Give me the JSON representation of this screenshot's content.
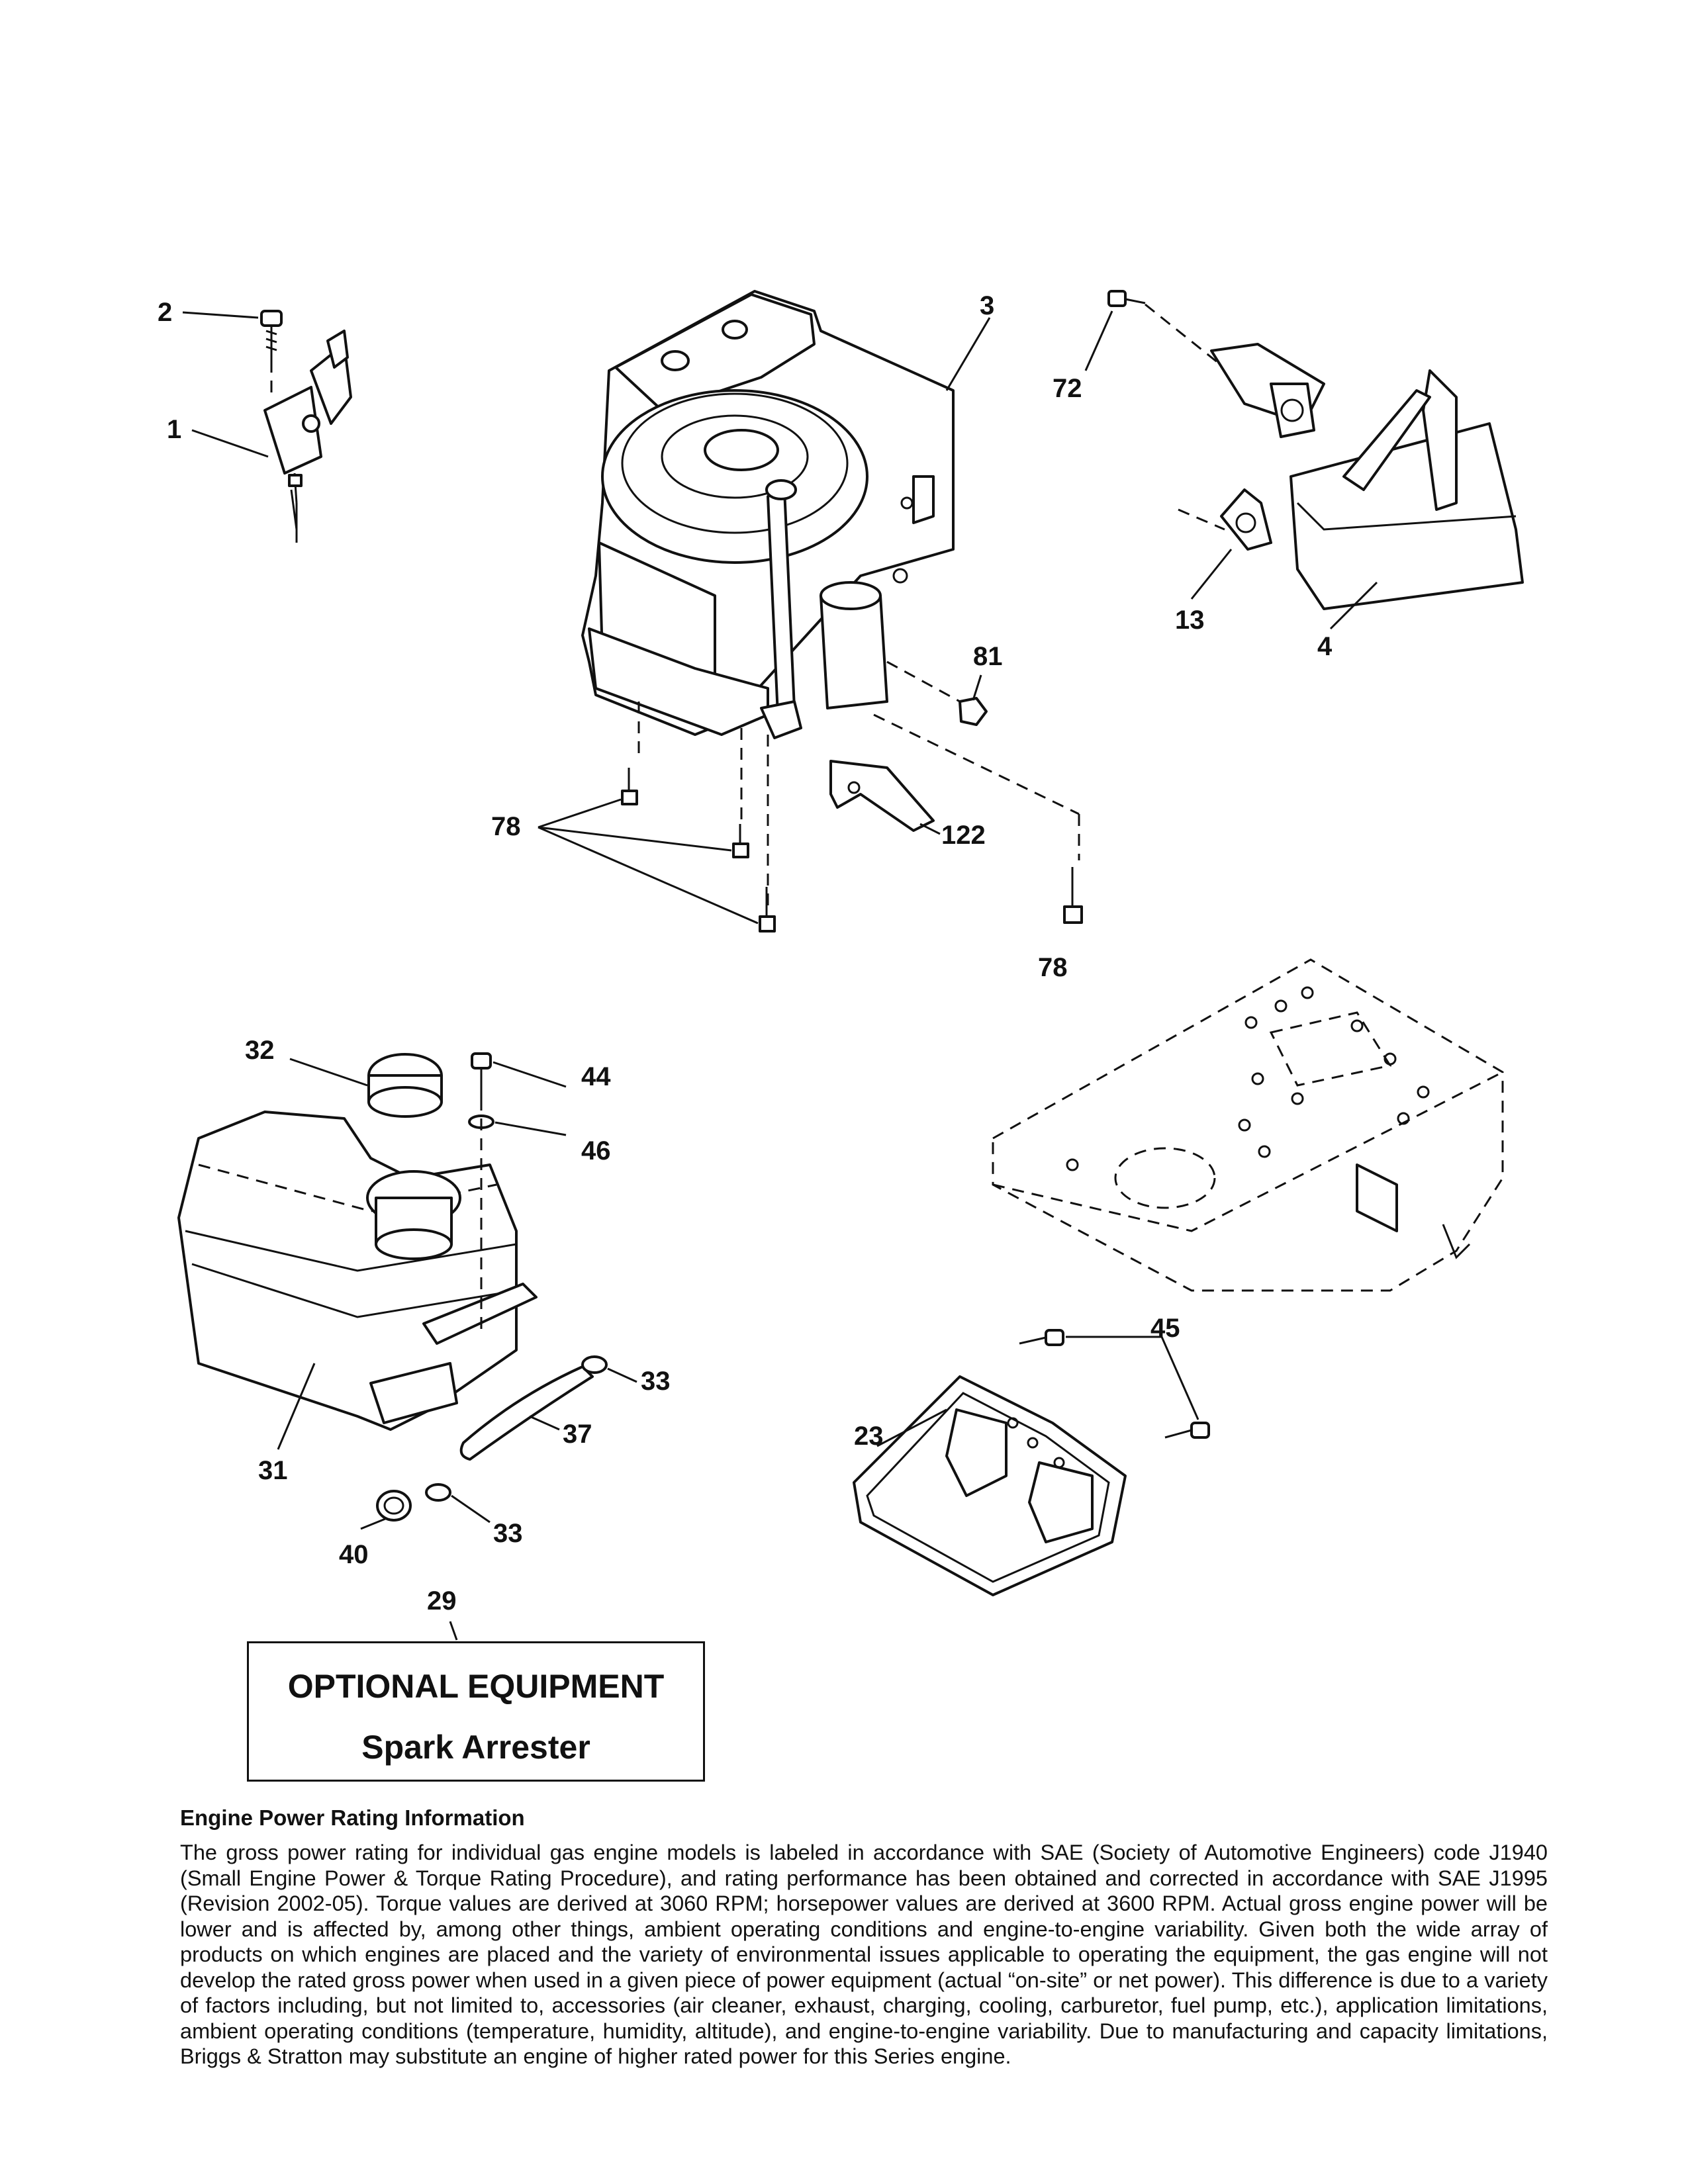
{
  "callouts": {
    "c1": "1",
    "c2": "2",
    "c3": "3",
    "c4": "4",
    "c13": "13",
    "c23": "23",
    "c29": "29",
    "c31": "31",
    "c32": "32",
    "c33a": "33",
    "c33b": "33",
    "c37": "37",
    "c40": "40",
    "c44": "44",
    "c45": "45",
    "c46": "46",
    "c72": "72",
    "c78a": "78",
    "c78b": "78",
    "c81": "81",
    "c122": "122"
  },
  "optional_box": {
    "title": "OPTIONAL EQUIPMENT",
    "subtitle": "Spark Arrester"
  },
  "info": {
    "title": "Engine Power Rating Information",
    "body": "The gross power rating for individual gas engine models is labeled in accordance with SAE (Society of Automotive Engineers) code J1940 (Small Engine Power & Torque Rating Procedure), and rating performance has been obtained and corrected in accordance with SAE J1995 (Revision 2002-05). Torque values are derived at 3060 RPM; horsepower values are derived at 3600 RPM. Actual gross engine power will be lower and is affected by, among other things, ambient operating conditions and engine-to-engine variability. Given both the wide array of products on which engines are placed and the variety of environmental issues applicable to operating the equipment, the gas engine will not develop the rated gross power when used in a given piece of power equipment (actual “on-site” or net power). This difference is due to a variety of factors including, but not limited to, accessories (air cleaner, exhaust, charging, cooling, carburetor, fuel pump, etc.), application limitations, ambient operating conditions (temperature, humidity, altitude), and engine-to-engine variability. Due to manufacturing and capacity limitations, Briggs & Stratton may substitute an engine of higher rated power for this Series engine."
  }
}
